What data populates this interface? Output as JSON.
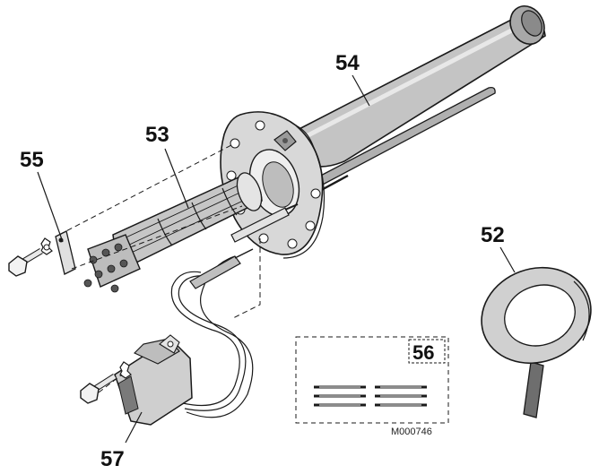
{
  "labels": {
    "l52": "52",
    "l53": "53",
    "l54": "54",
    "l55": "55",
    "l56": "56",
    "l57": "57"
  },
  "reference_code": "M000746",
  "colors": {
    "outline": "#1a1a1a",
    "tube_fill": "#c4c4c4",
    "tube_shade": "#9a9a9a",
    "part_fill": "#d4d4d4",
    "dark_fill": "#6e6e6e",
    "background": "#ffffff"
  }
}
